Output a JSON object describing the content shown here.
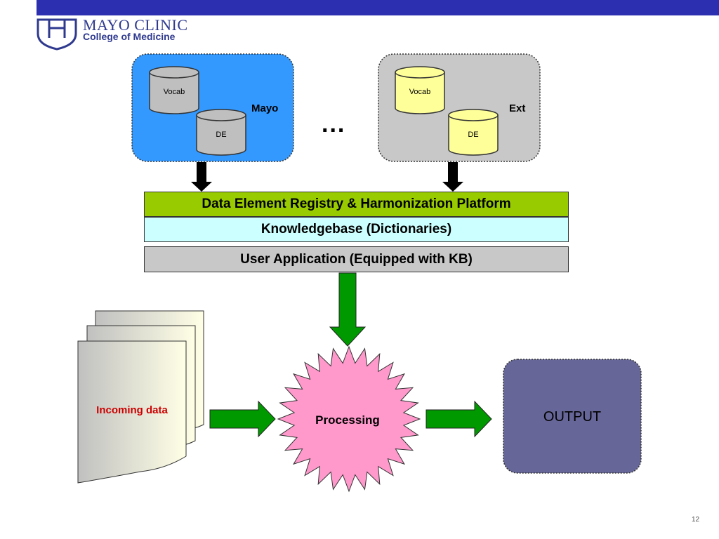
{
  "header": {
    "logo_line1": "MAYO CLINIC",
    "logo_line2": "College of Medicine",
    "bar_color": "#2b2fb0"
  },
  "sources": {
    "mayo": {
      "label": "Mayo",
      "vocab": "Vocab",
      "de": "DE",
      "color": "#3399ff"
    },
    "ellipsis": "...",
    "ext": {
      "label": "Ext",
      "vocab": "Vocab",
      "de": "DE",
      "color": "#c8c8c8"
    }
  },
  "layers": {
    "registry": "Data Element Registry & Harmonization Platform",
    "knowledgebase": "Knowledgebase (Dictionaries)",
    "user_app": "User Application (Equipped with KB)"
  },
  "flow": {
    "incoming": "Incoming data",
    "processing": "Processing",
    "output": "OUTPUT"
  },
  "page_number": "12",
  "icons": [
    "shield-logo-icon",
    "database-icon",
    "arrow-down-icon",
    "arrow-right-icon",
    "document-stack-icon",
    "starburst-icon"
  ]
}
